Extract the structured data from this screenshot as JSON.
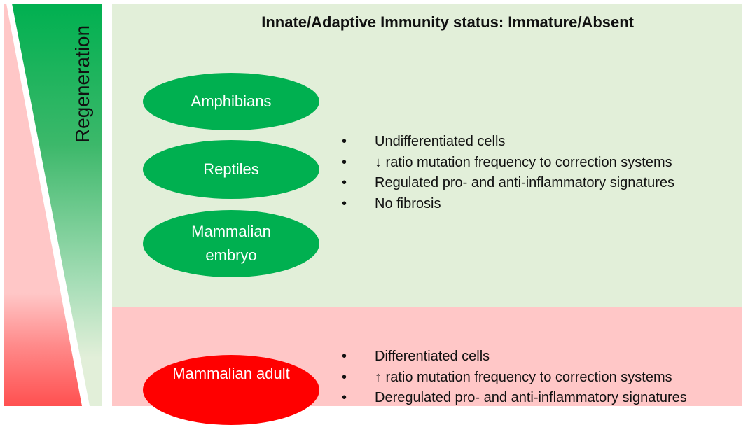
{
  "side_label": "Regeneration",
  "top_panel": {
    "title": "Innate/Adaptive Immunity status: Immature/Absent",
    "organisms": [
      "Amphibians",
      "Reptiles",
      "Mammalian embryo"
    ],
    "features": [
      "Undifferentiated cells",
      "↓ ratio mutation frequency to correction systems",
      "Regulated pro- and anti-inflammatory signatures",
      "No fibrosis"
    ]
  },
  "bottom_panel": {
    "organisms": [
      "Mammalian adult"
    ],
    "features": [
      "Differentiated cells",
      "↑ ratio mutation frequency to correction systems",
      "Deregulated pro- and anti-inflammatory signatures"
    ]
  },
  "colors": {
    "green": "#00b050",
    "red": "#ff0000",
    "green_bg": "#e2efd9",
    "red_bg": "#ffc7c7"
  }
}
